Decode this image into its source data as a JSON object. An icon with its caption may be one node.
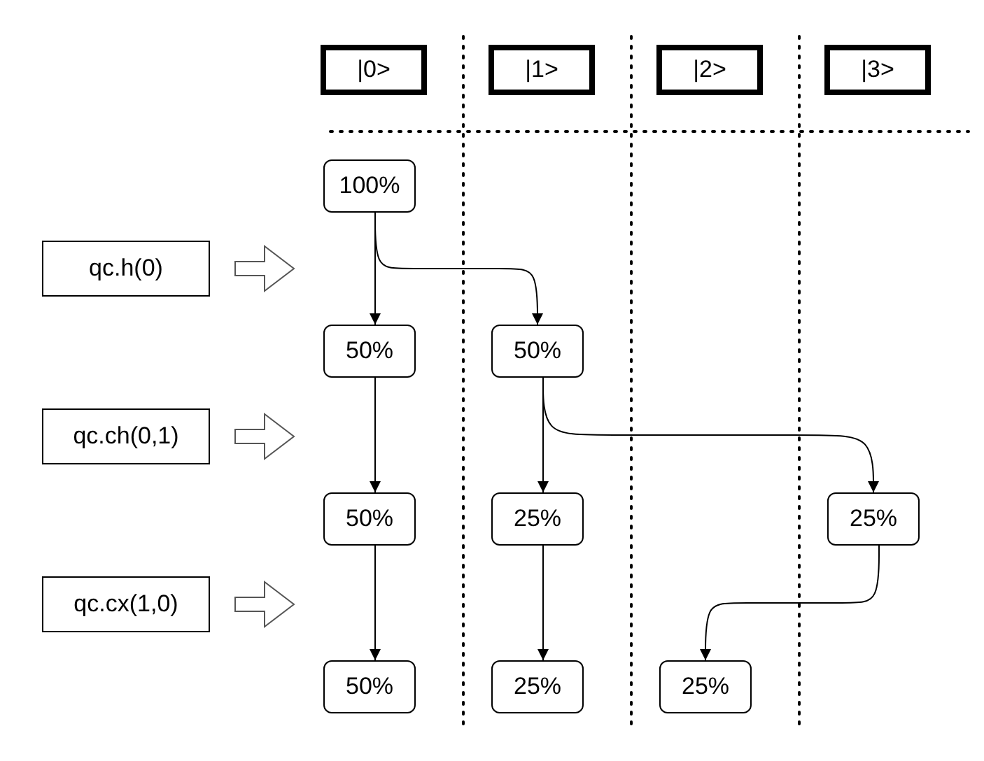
{
  "diagram": {
    "nodes": [
      {
        "text": [
          "|0>"
        ]
      },
      {
        "text": [
          "|1>"
        ]
      },
      {
        "text": [
          "|2>"
        ]
      },
      {
        "text": [
          "|3>"
        ]
      },
      {
        "text": [
          "100%"
        ]
      },
      {
        "text": [
          "qc.h(0)"
        ]
      },
      {
        "text": [
          "50%"
        ]
      },
      {
        "text": [
          "50%"
        ]
      },
      {
        "text": [
          "qc.ch(0,1)"
        ]
      },
      {
        "text": [
          "50%"
        ]
      },
      {
        "text": [
          "25%"
        ]
      },
      {
        "text": [
          "25%"
        ]
      },
      {
        "text": [
          "qc.cx(1,0)"
        ]
      },
      {
        "text": [
          "50%"
        ]
      },
      {
        "text": [
          "25%"
        ]
      },
      {
        "text": [
          "25%"
        ]
      }
    ],
    "edges": [
      {
        "from": 5,
        "to": null,
        "arrow": "to"
      },
      {
        "from": 4,
        "to": 6,
        "arrow": "to"
      },
      {
        "from": 4,
        "to": 7,
        "arrow": "to"
      },
      {
        "from": 8,
        "to": null,
        "arrow": "to"
      },
      {
        "from": 6,
        "to": 9,
        "arrow": "to"
      },
      {
        "from": 7,
        "to": 10,
        "arrow": "to"
      },
      {
        "from": 7,
        "to": 11,
        "arrow": "to"
      },
      {
        "from": 12,
        "to": null,
        "arrow": "to"
      },
      {
        "from": 9,
        "to": 13,
        "arrow": "to"
      },
      {
        "from": 10,
        "to": 14,
        "arrow": "to"
      },
      {
        "from": 11,
        "to": 15,
        "arrow": "to"
      }
    ]
  }
}
